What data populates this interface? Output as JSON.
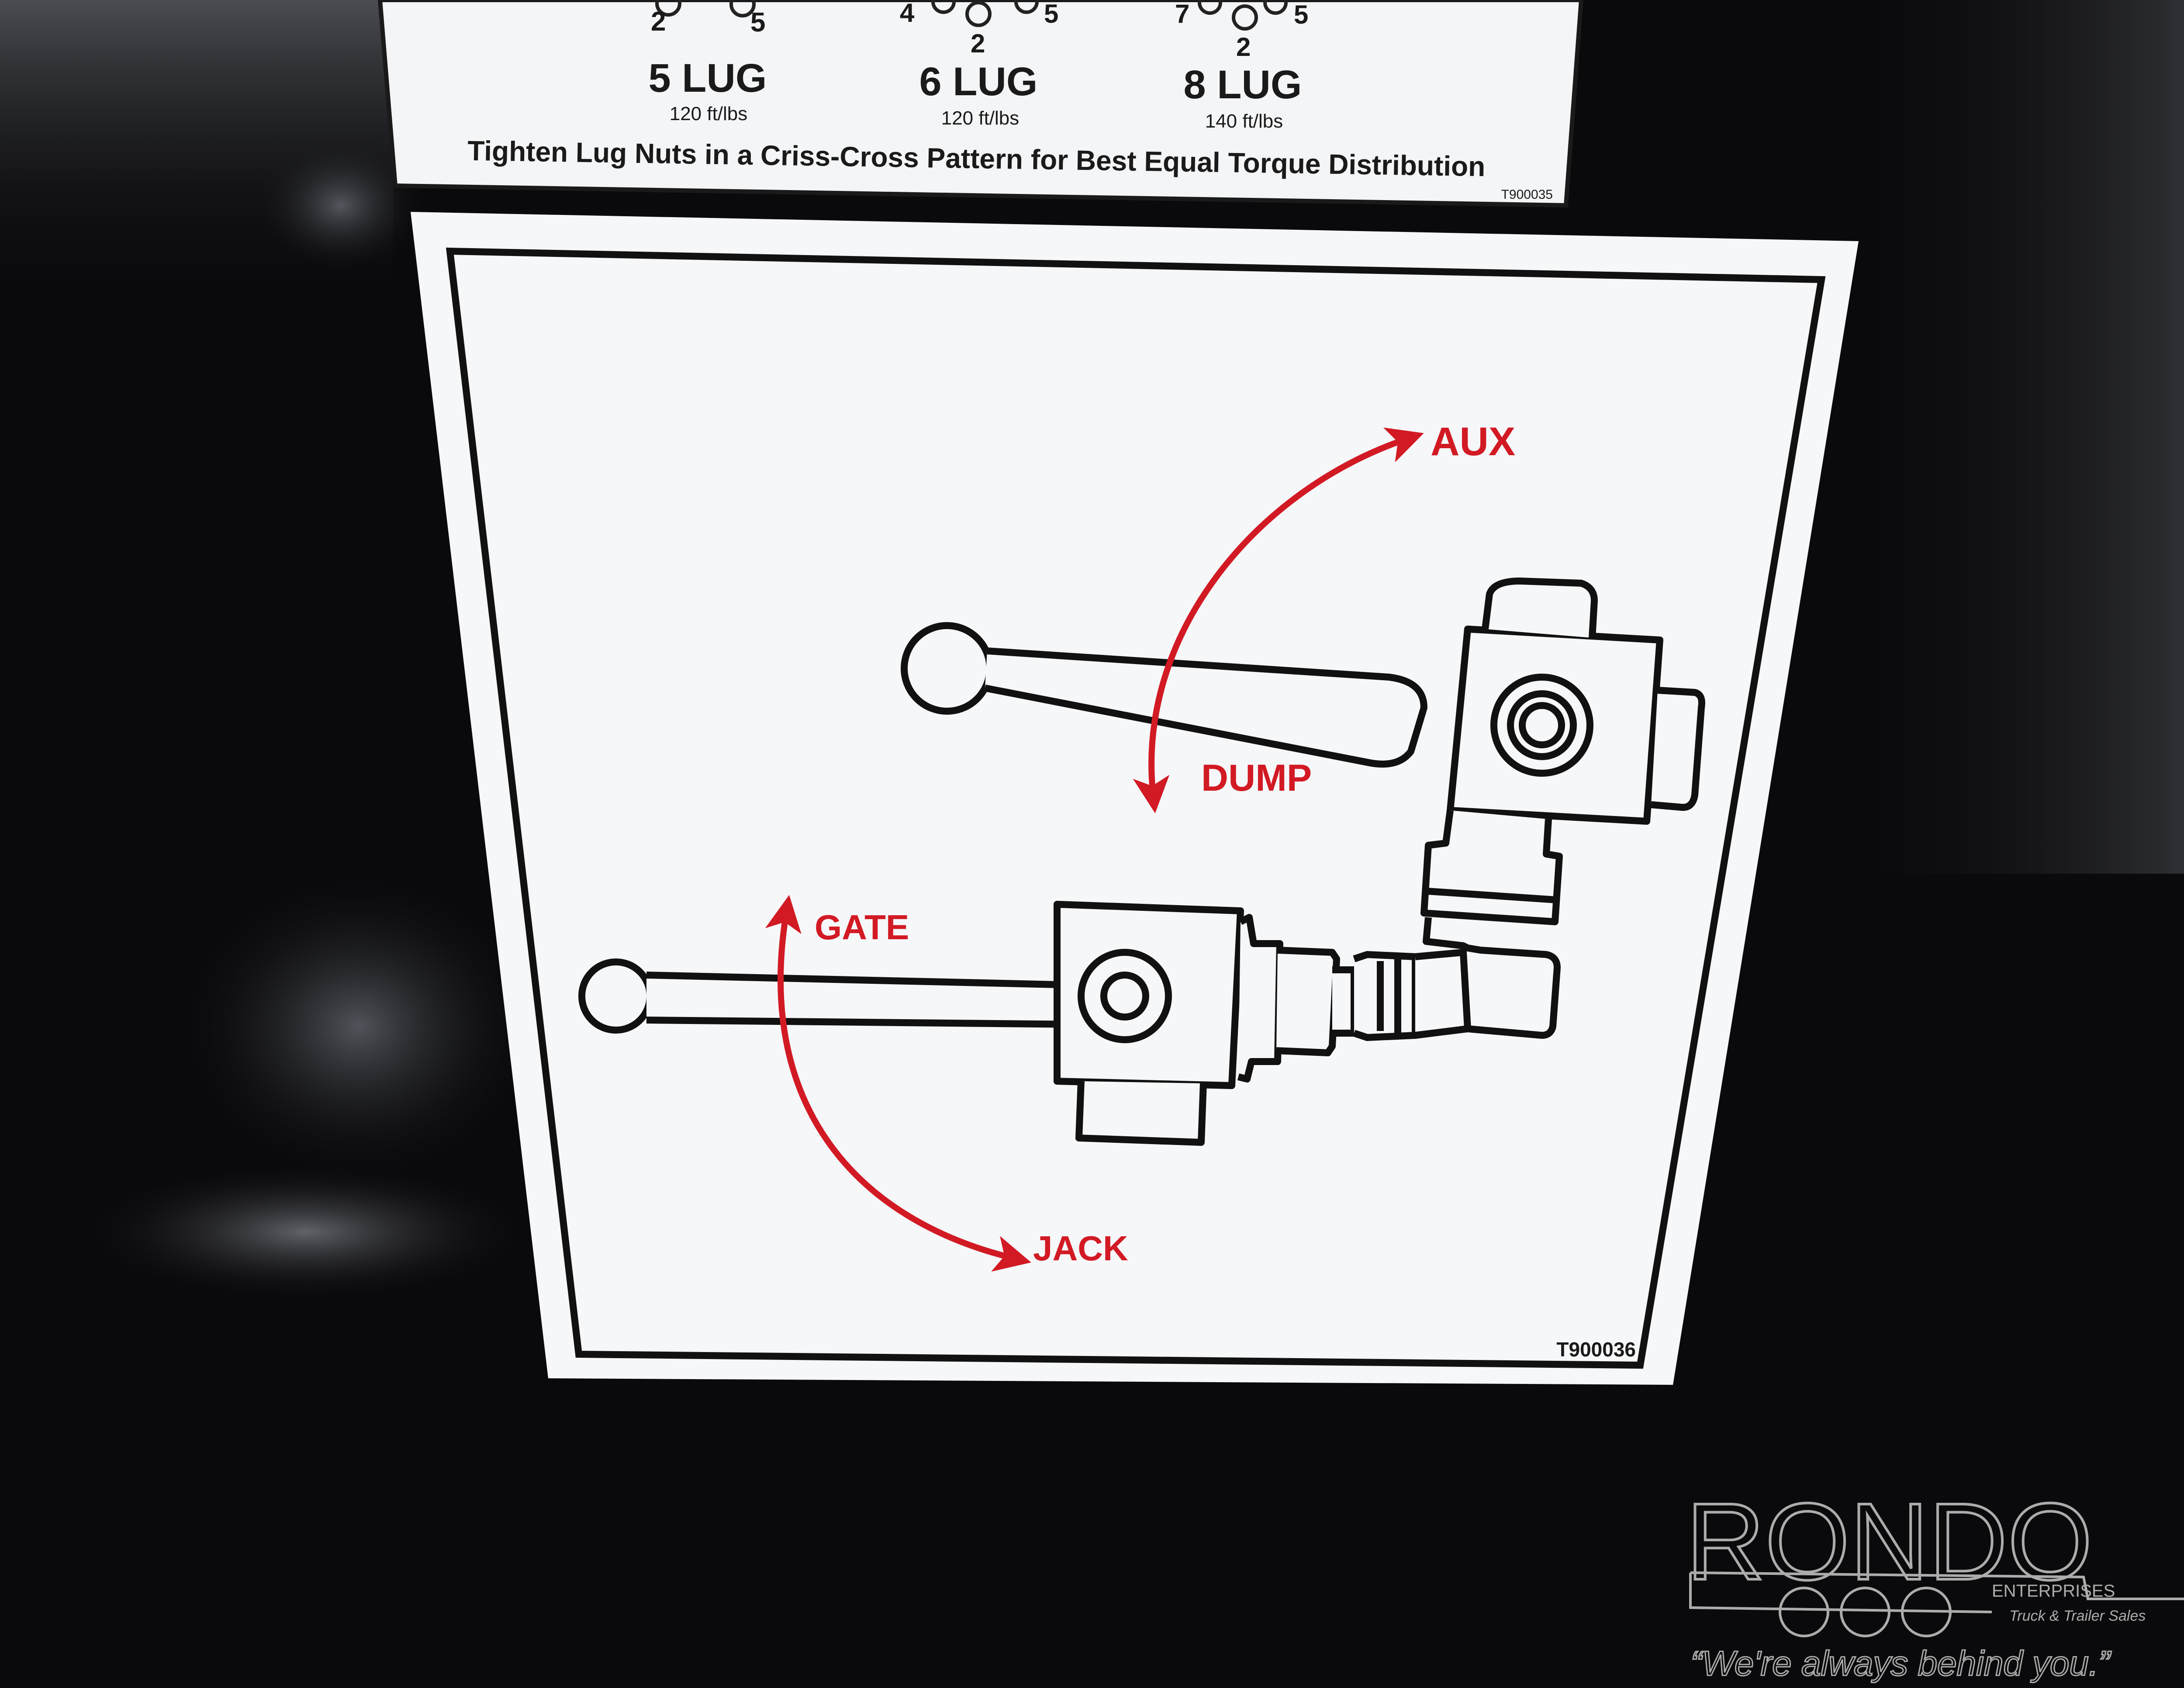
{
  "torque_decal": {
    "columns": [
      {
        "lug_label": "5 LUG",
        "torque": "120 ft/lbs",
        "visible_bolt_numbers": [
          "2",
          "5"
        ]
      },
      {
        "lug_label": "6 LUG",
        "torque": "120 ft/lbs",
        "visible_bolt_numbers": [
          "4",
          "5",
          "2"
        ]
      },
      {
        "lug_label": "8 LUG",
        "torque": "140 ft/lbs",
        "visible_bolt_numbers": [
          "7",
          "5",
          "2"
        ]
      }
    ],
    "instruction": "Tighten Lug Nuts in a Criss-Cross Pattern for Best Equal Torque Distribution",
    "part_number": "T900035"
  },
  "valve_decal": {
    "upper_valve": {
      "up_label": "AUX",
      "down_label": "DUMP"
    },
    "lower_valve": {
      "up_label": "GATE",
      "down_label": "JACK"
    },
    "part_number": "T900036"
  },
  "watermark": {
    "brand": "RONDO",
    "subtitle": "ENTERPRISES",
    "tagline_small": "Truck & Trailer Sales",
    "slogan": "“We're always behind you.”"
  },
  "colors": {
    "background": "#0a0a0c",
    "decal_white": "#f6f7f9",
    "line_black": "#111111",
    "arrow_red": "#d21a24"
  }
}
